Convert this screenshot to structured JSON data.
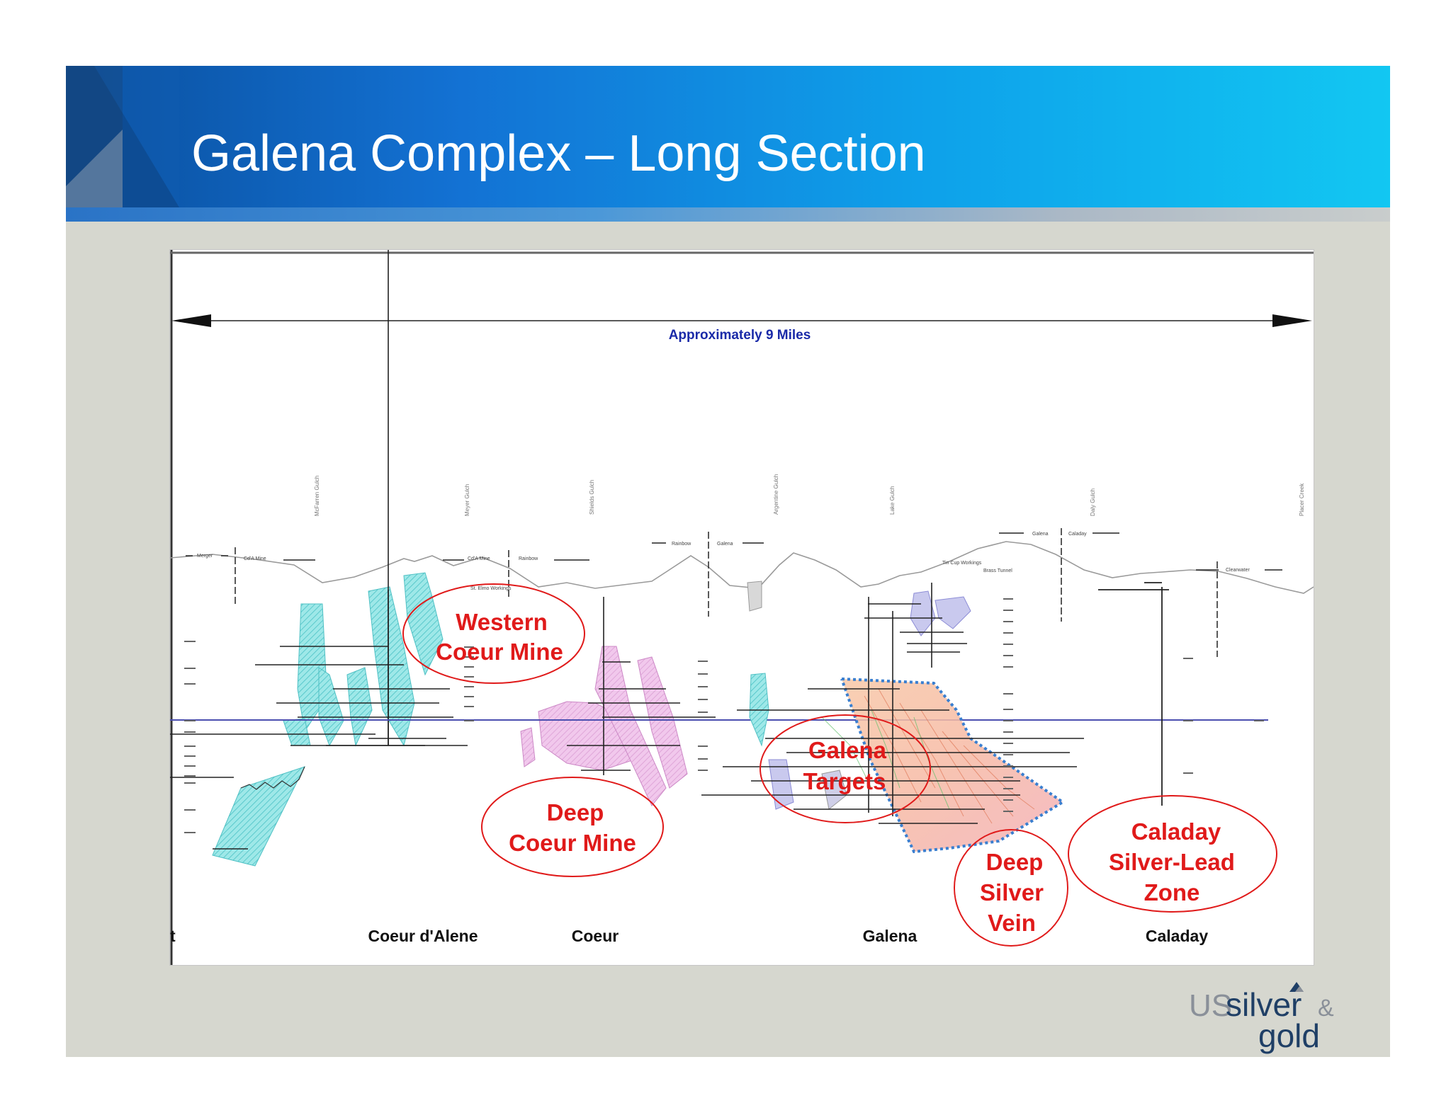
{
  "slide": {
    "title": "Galena Complex – Long Section"
  },
  "diagram": {
    "distance_label": "Approximately 9 Miles",
    "section_labels": [
      "Coeur d'Alene",
      "Coeur",
      "Galena",
      "Caladay"
    ],
    "edge_fragment": "t",
    "surface_labels": {
      "merger": "Merger",
      "cda_mine_1": "Cd'A Mine",
      "cda_mine_2": "Cd'A Mine",
      "rainbow_1": "Rainbow",
      "rainbow_2": "Rainbow",
      "galena_1": "Galena",
      "galena_2": "Galena",
      "caladay": "Caladay",
      "st_elmo": "St. Elmo Workings",
      "tin_cup": "Tin Cup Workings",
      "brass_tunnel": "Brass Tunnel",
      "clearwater": "Clearwater"
    },
    "gulches": [
      "McFarren Gulch",
      "Meyer Gulch",
      "Shields Gulch",
      "Argentine Gulch",
      "Lake Gulch",
      "Daly Gulch",
      "Placer Creek"
    ],
    "targets": [
      {
        "id": "western-coeur",
        "lines": [
          "Western",
          "Coeur Mine"
        ]
      },
      {
        "id": "deep-coeur",
        "lines": [
          "Deep",
          "Coeur Mine"
        ]
      },
      {
        "id": "galena-targets",
        "lines": [
          "Galena",
          "Targets"
        ]
      },
      {
        "id": "deep-silver-vein",
        "lines": [
          "Deep",
          "Silver",
          "Vein"
        ]
      },
      {
        "id": "caladay-silver-lead",
        "lines": [
          "Caladay",
          "Silver-Lead",
          "Zone"
        ]
      }
    ],
    "colors": {
      "target_red": "#e01a1a",
      "sea_level_line": "#4b4fb0",
      "zone_dotted": "#3a7fd0"
    }
  },
  "logo": {
    "us": "US",
    "silver": "silver",
    "amp": "&",
    "gold": "gold"
  }
}
